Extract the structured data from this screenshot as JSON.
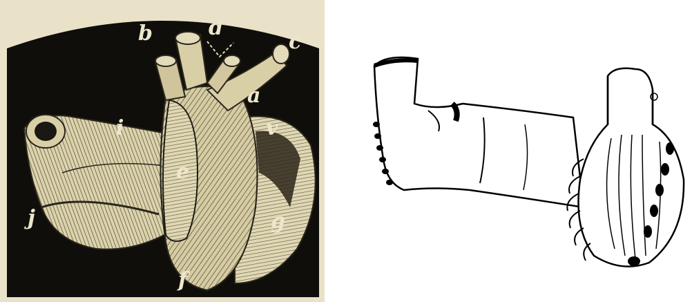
{
  "figure_left": {
    "labels": {
      "a": "a",
      "b": "b",
      "c": "c",
      "d": "d",
      "e": "e",
      "f": "f",
      "g": "g",
      "i": "i",
      "j": "j",
      "v": "v"
    },
    "colors": {
      "background": "#0f0e0b",
      "frame": "#e9e2c9",
      "tissue": "#d9cfa7",
      "tissue_shadow": "#8a7f5e"
    }
  },
  "figure_right": {
    "colors": {
      "ink": "#000000",
      "paper": "#ffffff"
    }
  }
}
